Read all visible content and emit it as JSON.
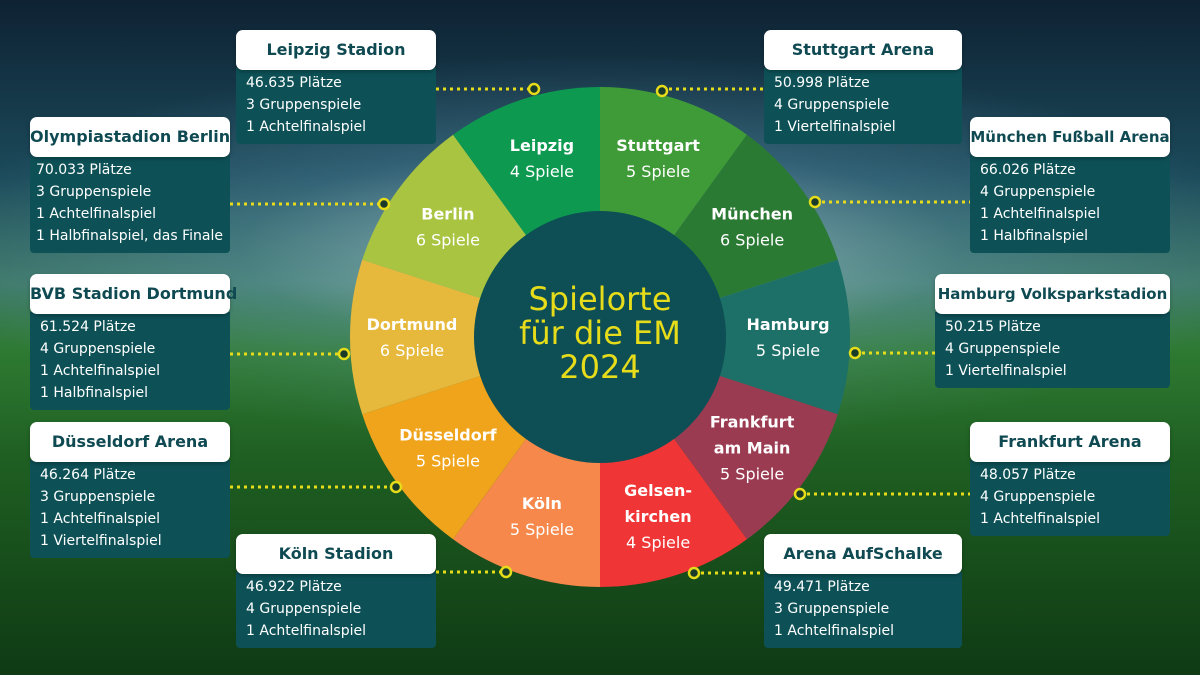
{
  "title_lines": [
    "Spielorte",
    "für die EM",
    "2024"
  ],
  "colors": {
    "accent_yellow": "#e6dc1a",
    "card_body": "#0d5157",
    "card_title_text": "#0f4a52",
    "center_circle": "#0d4f55"
  },
  "segments": [
    {
      "name": "Stuttgart",
      "games": "5 Spiele",
      "color": "#3f9b38"
    },
    {
      "name": "München",
      "games": "6 Spiele",
      "color": "#2a7a33"
    },
    {
      "name": "Hamburg",
      "games": "5 Spiele",
      "color": "#1c7068"
    },
    {
      "name": "Frankfurt am Main",
      "games": "5 Spiele",
      "color": "#9a3b52"
    },
    {
      "name": "Gelsen-kirchen",
      "games": "4 Spiele",
      "color": "#ef3535"
    },
    {
      "name": "Köln",
      "games": "5 Spiele",
      "color": "#f5884a"
    },
    {
      "name": "Düsseldorf",
      "games": "5 Spiele",
      "color": "#f0a41c"
    },
    {
      "name": "Dortmund",
      "games": "6 Spiele",
      "color": "#e6b93d"
    },
    {
      "name": "Berlin",
      "games": "6 Spiele",
      "color": "#a9c441"
    },
    {
      "name": "Leipzig",
      "games": "4 Spiele",
      "color": "#0d9a50"
    }
  ],
  "cards": {
    "leipzig": {
      "title": "Leipzig Stadion",
      "lines": [
        "46.635 Plätze",
        "3 Gruppenspiele",
        "1 Achtelfinalspiel"
      ]
    },
    "berlin": {
      "title": "Olympiastadion Berlin",
      "lines": [
        "70.033 Plätze",
        "3 Gruppenspiele",
        "1 Achtelfinalspiel",
        "1 Halbfinalspiel, das Finale"
      ]
    },
    "dortmund": {
      "title": "BVB Stadion Dortmund",
      "lines": [
        "61.524 Plätze",
        "4 Gruppenspiele",
        "1 Achtelfinalspiel",
        "1 Halbfinalspiel"
      ]
    },
    "duesseldorf": {
      "title": "Düsseldorf Arena",
      "lines": [
        "46.264 Plätze",
        "3 Gruppenspiele",
        "1 Achtelfinalspiel",
        "1 Viertelfinalspiel"
      ]
    },
    "koeln": {
      "title": "Köln Stadion",
      "lines": [
        "46.922 Plätze",
        "4 Gruppenspiele",
        "1 Achtelfinalspiel"
      ]
    },
    "stuttgart": {
      "title": "Stuttgart Arena",
      "lines": [
        "50.998 Plätze",
        "4 Gruppenspiele",
        "1 Viertelfinalspiel"
      ]
    },
    "muenchen": {
      "title": "München Fußball Arena",
      "lines": [
        "66.026 Plätze",
        "4 Gruppenspiele",
        "1 Achtelfinalspiel",
        "1 Halbfinalspiel"
      ]
    },
    "hamburg": {
      "title": "Hamburg Volksparkstadion",
      "lines": [
        "50.215 Plätze",
        "4 Gruppenspiele",
        "1 Viertelfinalspiel"
      ]
    },
    "frankfurt": {
      "title": "Frankfurt Arena",
      "lines": [
        "48.057 Plätze",
        "4 Gruppenspiele",
        "1 Achtelfinalspiel"
      ]
    },
    "gelsenkirchen": {
      "title": "Arena AufSchalke",
      "lines": [
        "49.471 Plätze",
        "3 Gruppenspiele",
        "1 Achtelfinalspiel"
      ]
    }
  }
}
